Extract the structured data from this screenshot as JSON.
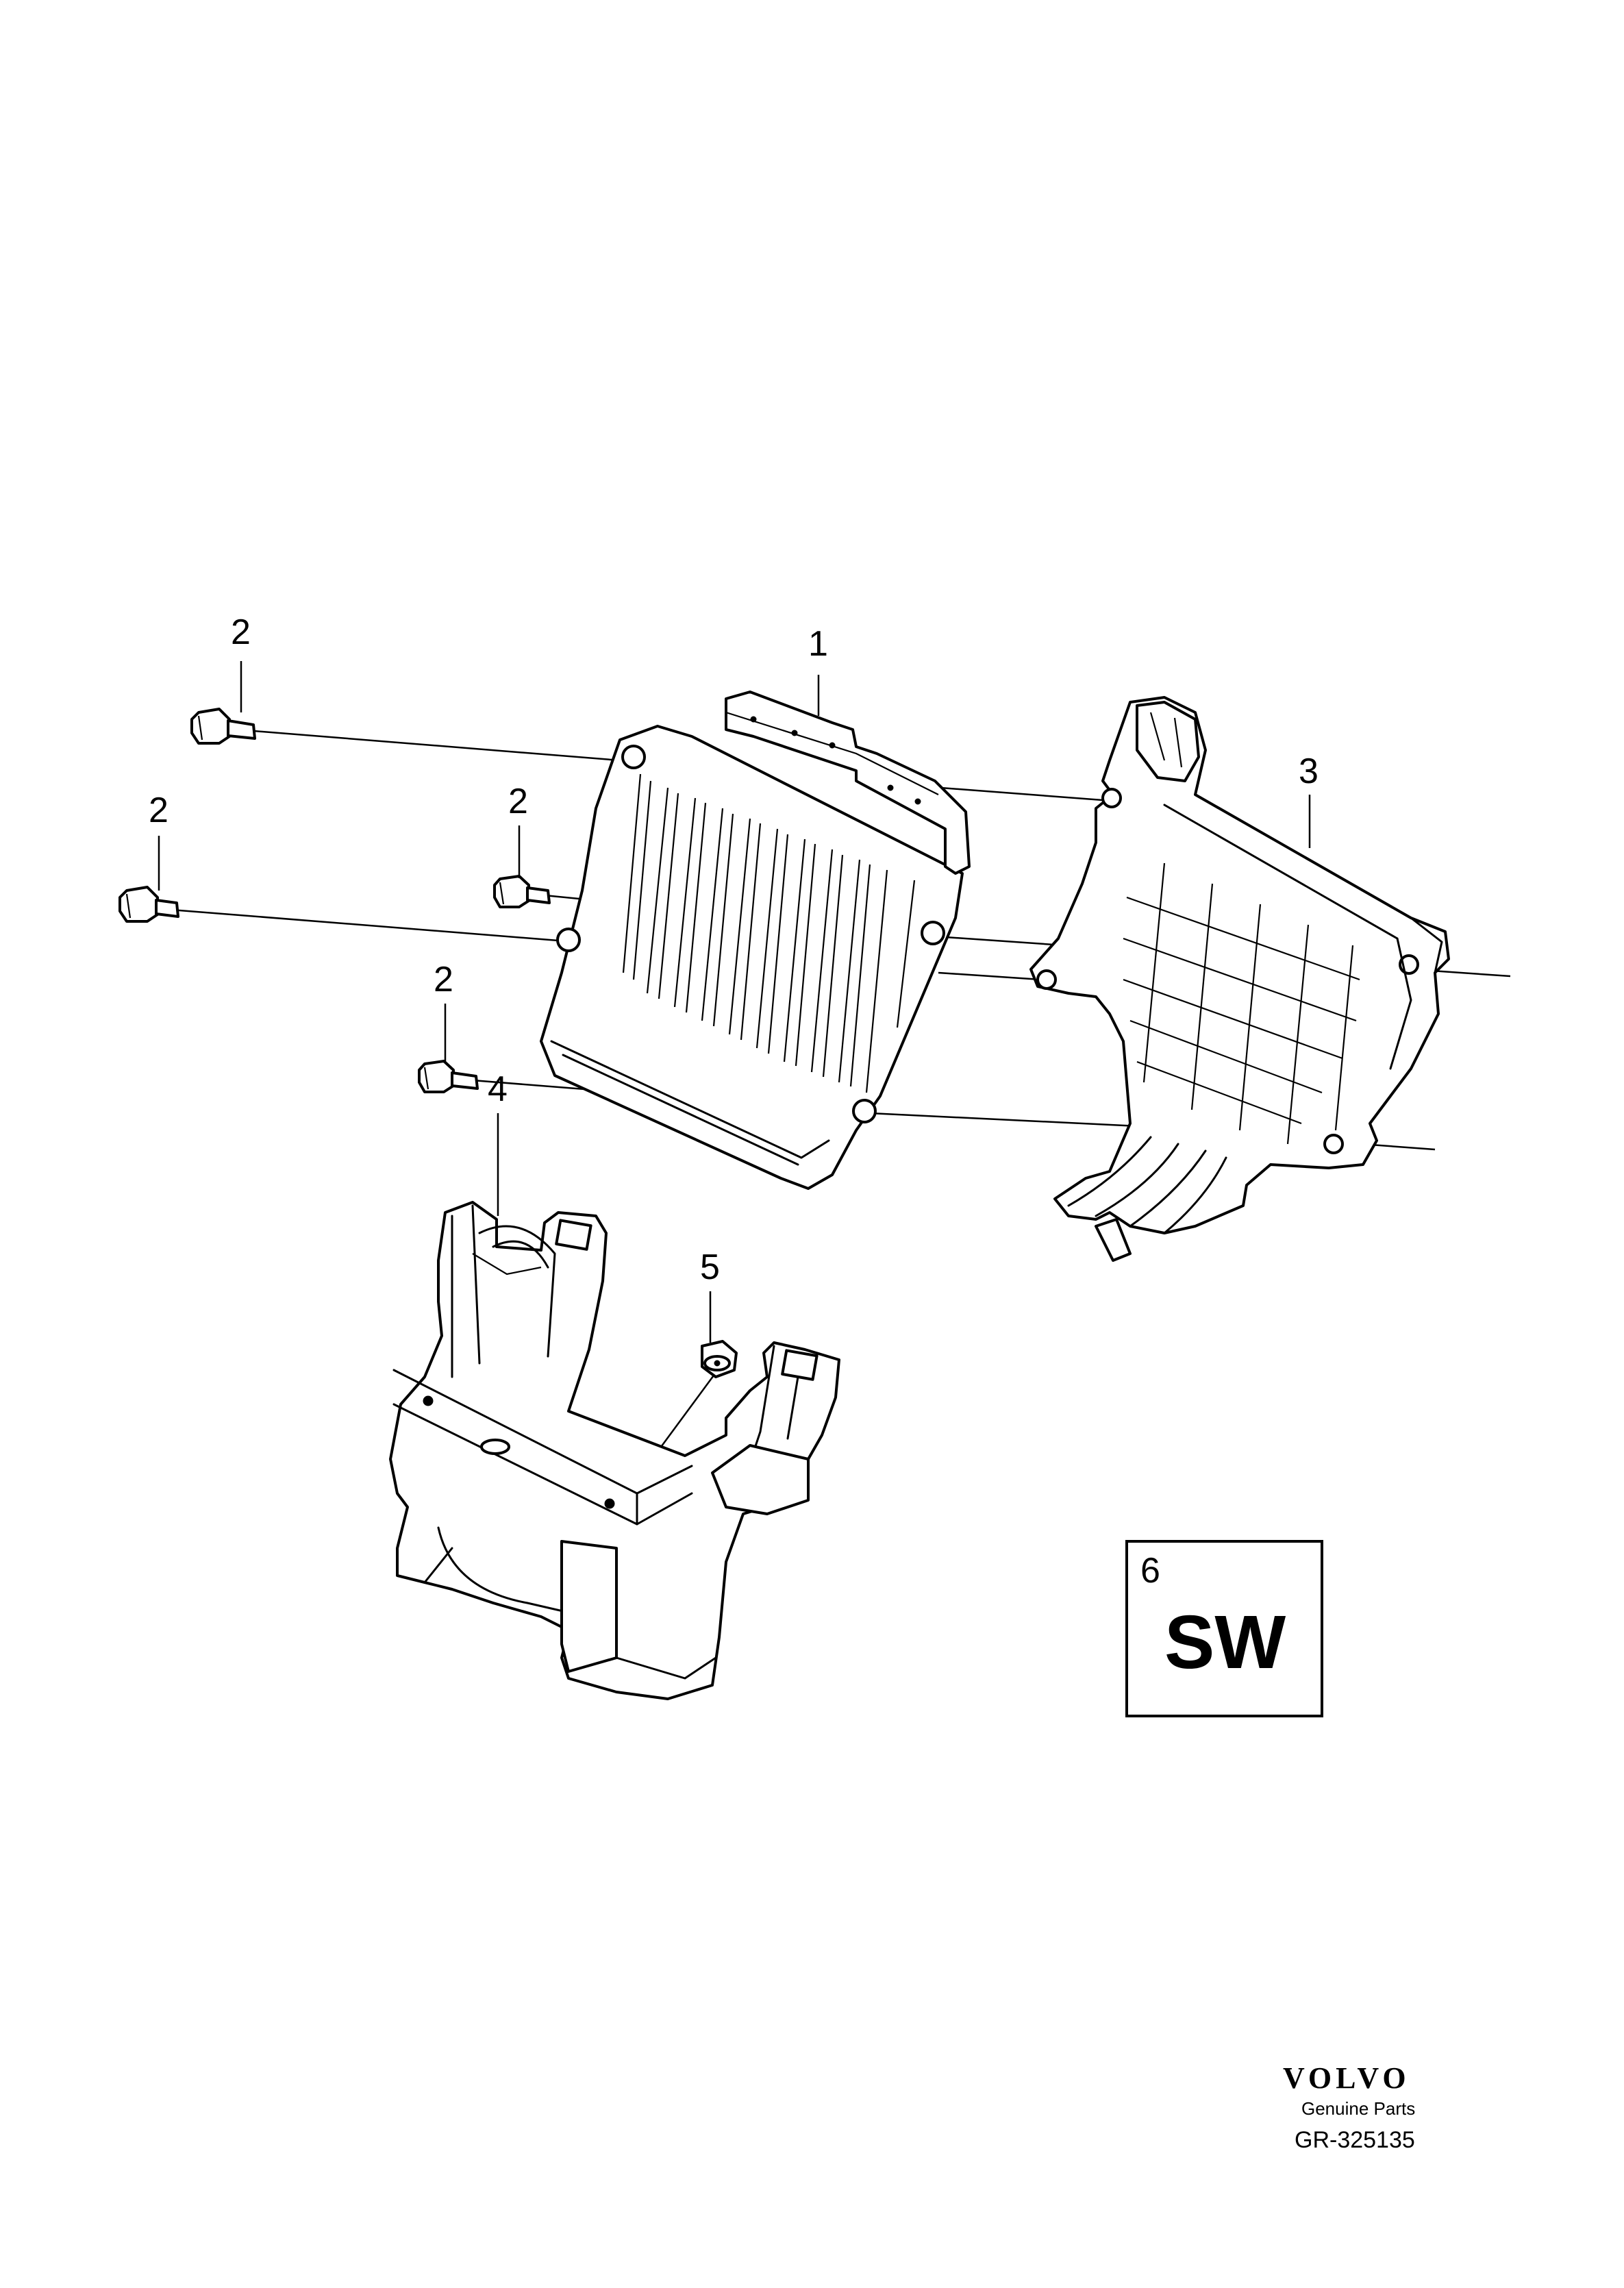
{
  "diagram": {
    "callouts": [
      {
        "id": "ecu",
        "label": "1"
      },
      {
        "id": "bolt_a",
        "label": "2"
      },
      {
        "id": "bolt_b",
        "label": "2"
      },
      {
        "id": "bolt_c",
        "label": "2"
      },
      {
        "id": "bolt_d",
        "label": "2"
      },
      {
        "id": "cover",
        "label": "3"
      },
      {
        "id": "bracket",
        "label": "4"
      },
      {
        "id": "nut",
        "label": "5"
      },
      {
        "id": "software",
        "label": "6"
      }
    ],
    "software_box": {
      "number": "6",
      "code": "SW"
    }
  },
  "footer": {
    "brand": "VOLVO",
    "tagline": "Genuine Parts",
    "reference": "GR-325135"
  }
}
